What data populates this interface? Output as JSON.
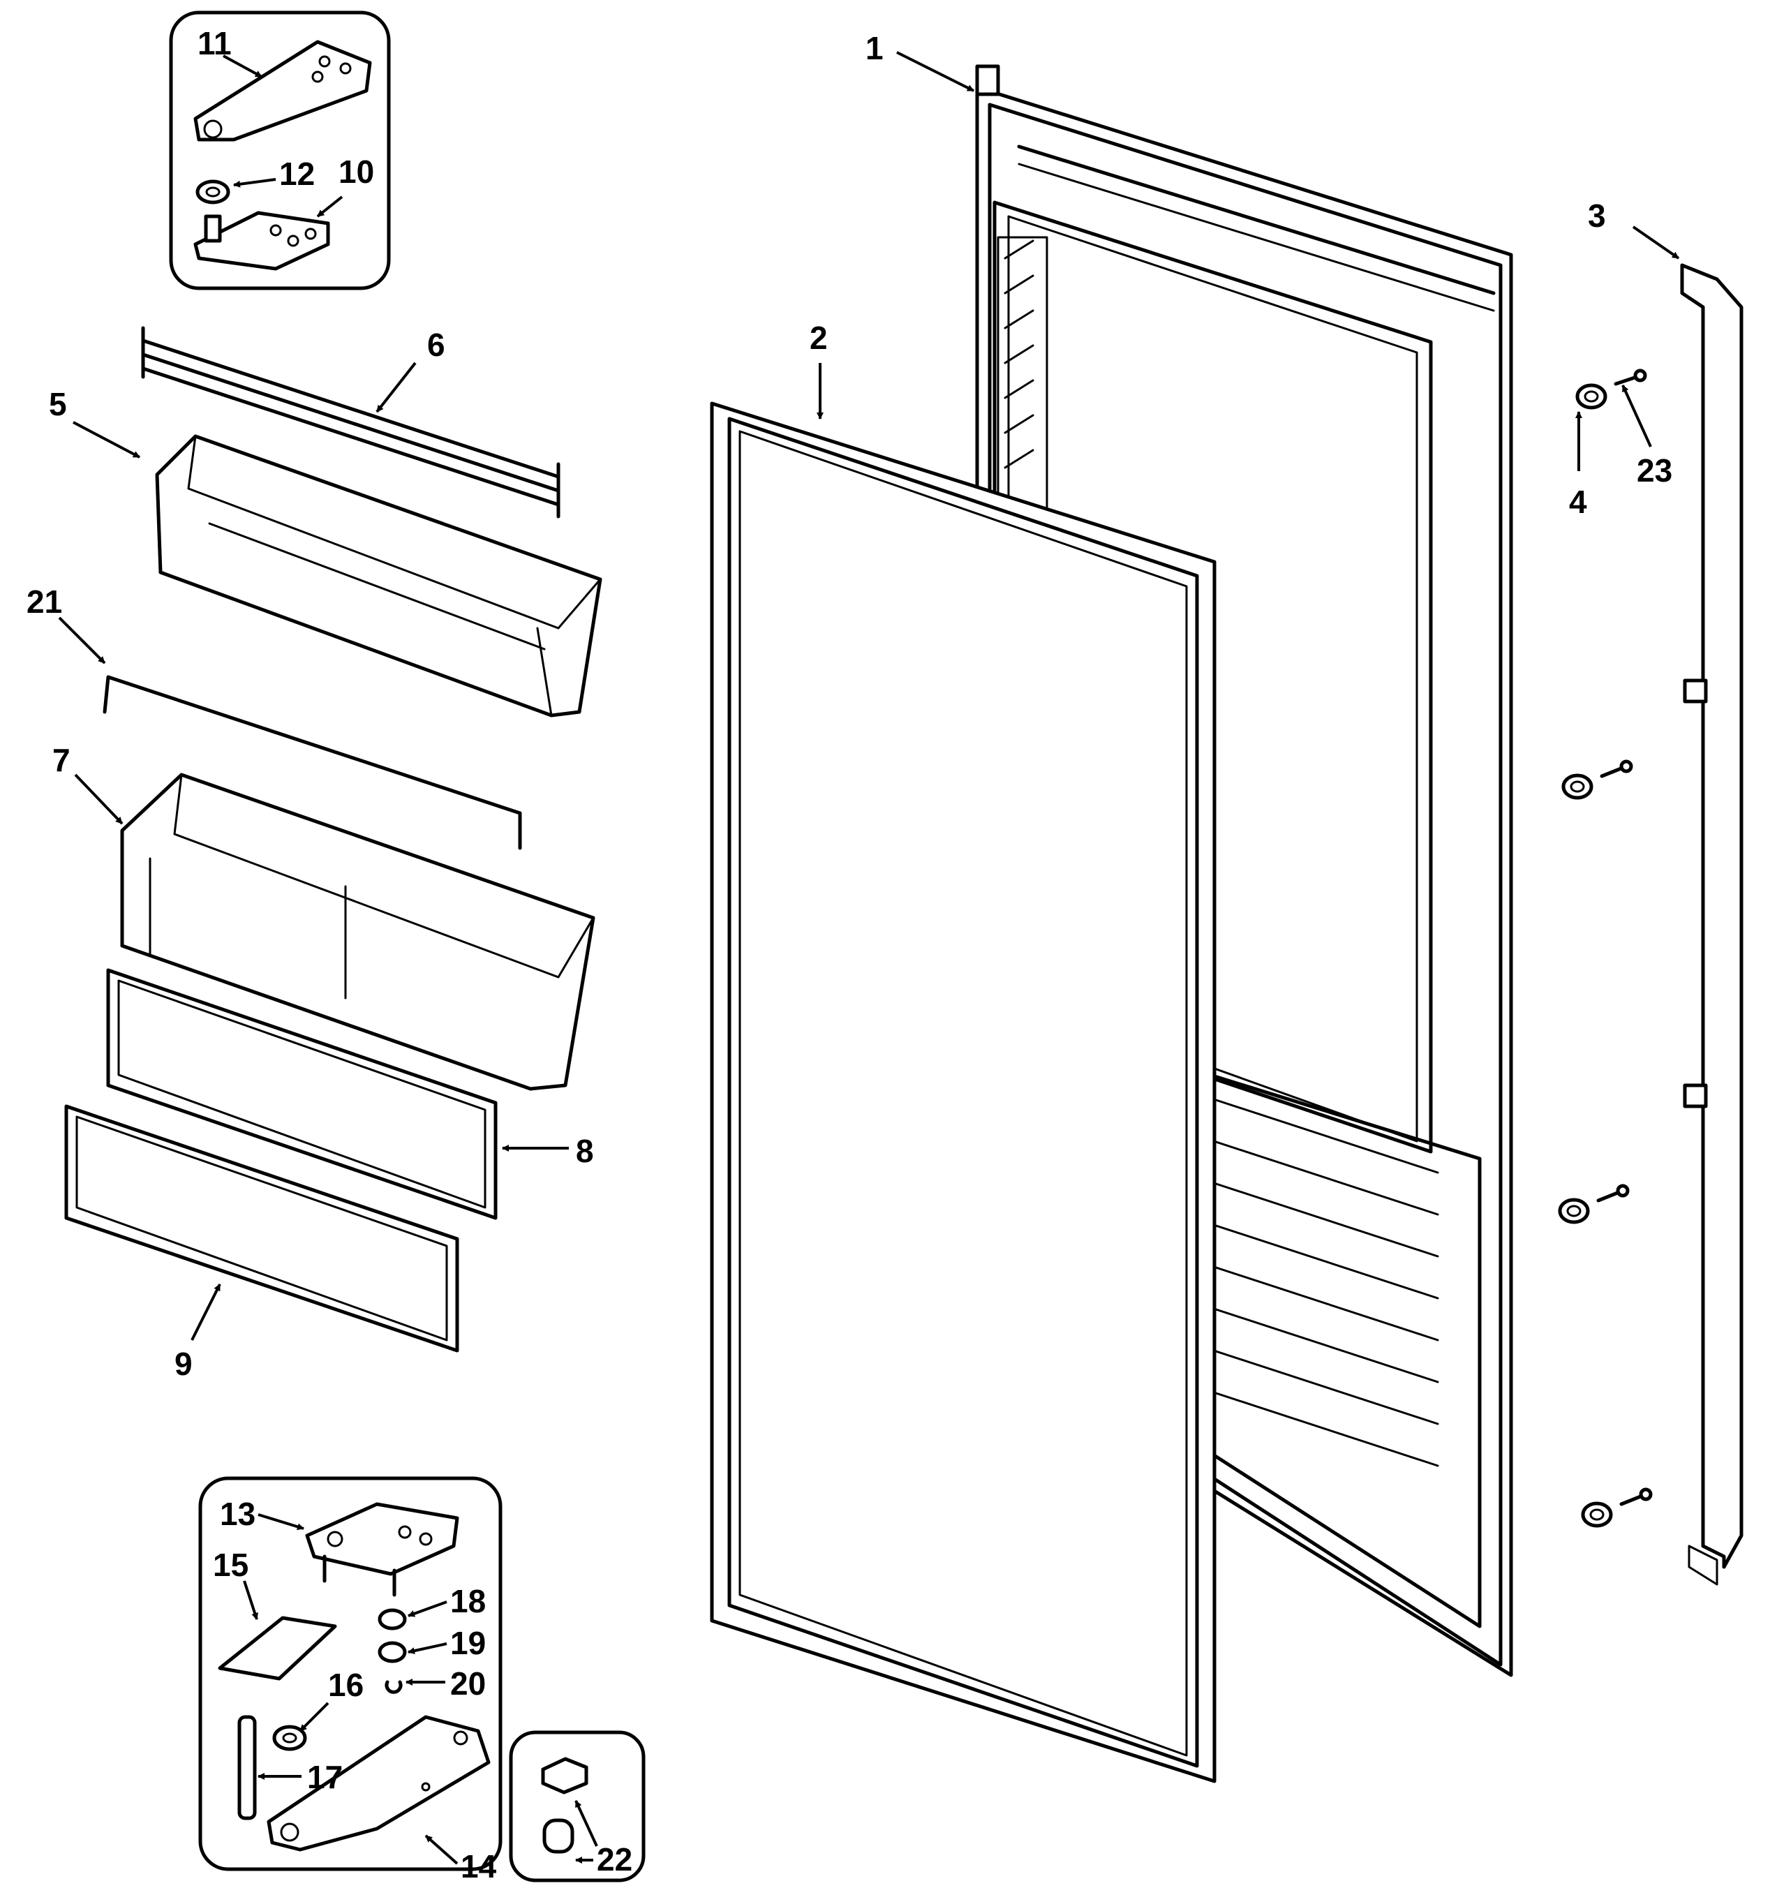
{
  "diagram": {
    "parts": [
      {
        "id": "p1",
        "label": "1"
      },
      {
        "id": "p2",
        "label": "2"
      },
      {
        "id": "p3",
        "label": "3"
      },
      {
        "id": "p4",
        "label": "4"
      },
      {
        "id": "p5",
        "label": "5"
      },
      {
        "id": "p6",
        "label": "6"
      },
      {
        "id": "p7",
        "label": "7"
      },
      {
        "id": "p8",
        "label": "8"
      },
      {
        "id": "p9",
        "label": "9"
      },
      {
        "id": "p10",
        "label": "10"
      },
      {
        "id": "p11",
        "label": "11"
      },
      {
        "id": "p12",
        "label": "12"
      },
      {
        "id": "p13",
        "label": "13"
      },
      {
        "id": "p14",
        "label": "14"
      },
      {
        "id": "p15",
        "label": "15"
      },
      {
        "id": "p16",
        "label": "16"
      },
      {
        "id": "p17",
        "label": "17"
      },
      {
        "id": "p18",
        "label": "18"
      },
      {
        "id": "p19",
        "label": "19"
      },
      {
        "id": "p20",
        "label": "20"
      },
      {
        "id": "p21",
        "label": "21"
      },
      {
        "id": "p22",
        "label": "22"
      },
      {
        "id": "p23",
        "label": "23"
      }
    ]
  }
}
